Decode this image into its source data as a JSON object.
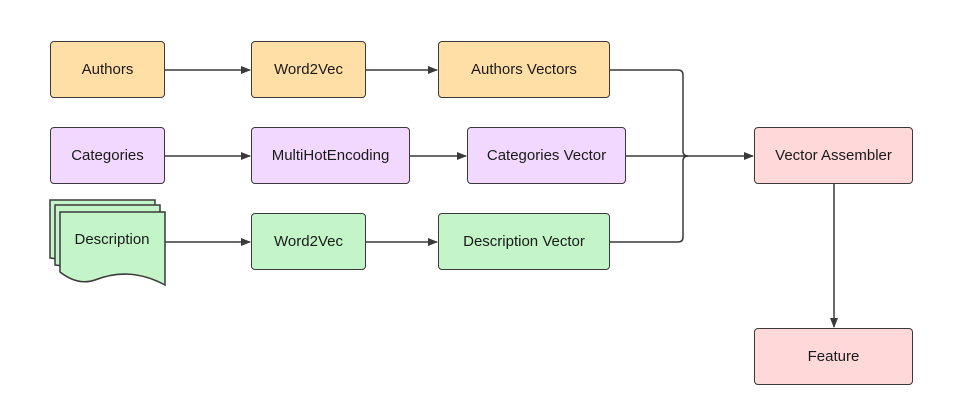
{
  "nodes": {
    "authors": "Authors",
    "word2vec_authors": "Word2Vec",
    "authors_vectors": "Authors Vectors",
    "categories": "Categories",
    "multihot": "MultiHotEncoding",
    "categories_vector": "Categories Vector",
    "description": "Description",
    "word2vec_description": "Word2Vec",
    "description_vector": "Description Vector",
    "vector_assembler": "Vector Assembler",
    "feature": "Feature"
  },
  "colors": {
    "orange": "#ffdfa6",
    "purple": "#f2d7ff",
    "green": "#c4f5c8",
    "pink": "#ffd9d9",
    "stroke": "#3a3a3a"
  },
  "edges": [
    {
      "from": "authors",
      "to": "word2vec_authors"
    },
    {
      "from": "word2vec_authors",
      "to": "authors_vectors"
    },
    {
      "from": "authors_vectors",
      "to": "vector_assembler"
    },
    {
      "from": "categories",
      "to": "multihot"
    },
    {
      "from": "multihot",
      "to": "categories_vector"
    },
    {
      "from": "categories_vector",
      "to": "vector_assembler"
    },
    {
      "from": "description",
      "to": "word2vec_description"
    },
    {
      "from": "word2vec_description",
      "to": "description_vector"
    },
    {
      "from": "description_vector",
      "to": "vector_assembler"
    },
    {
      "from": "vector_assembler",
      "to": "feature"
    }
  ]
}
